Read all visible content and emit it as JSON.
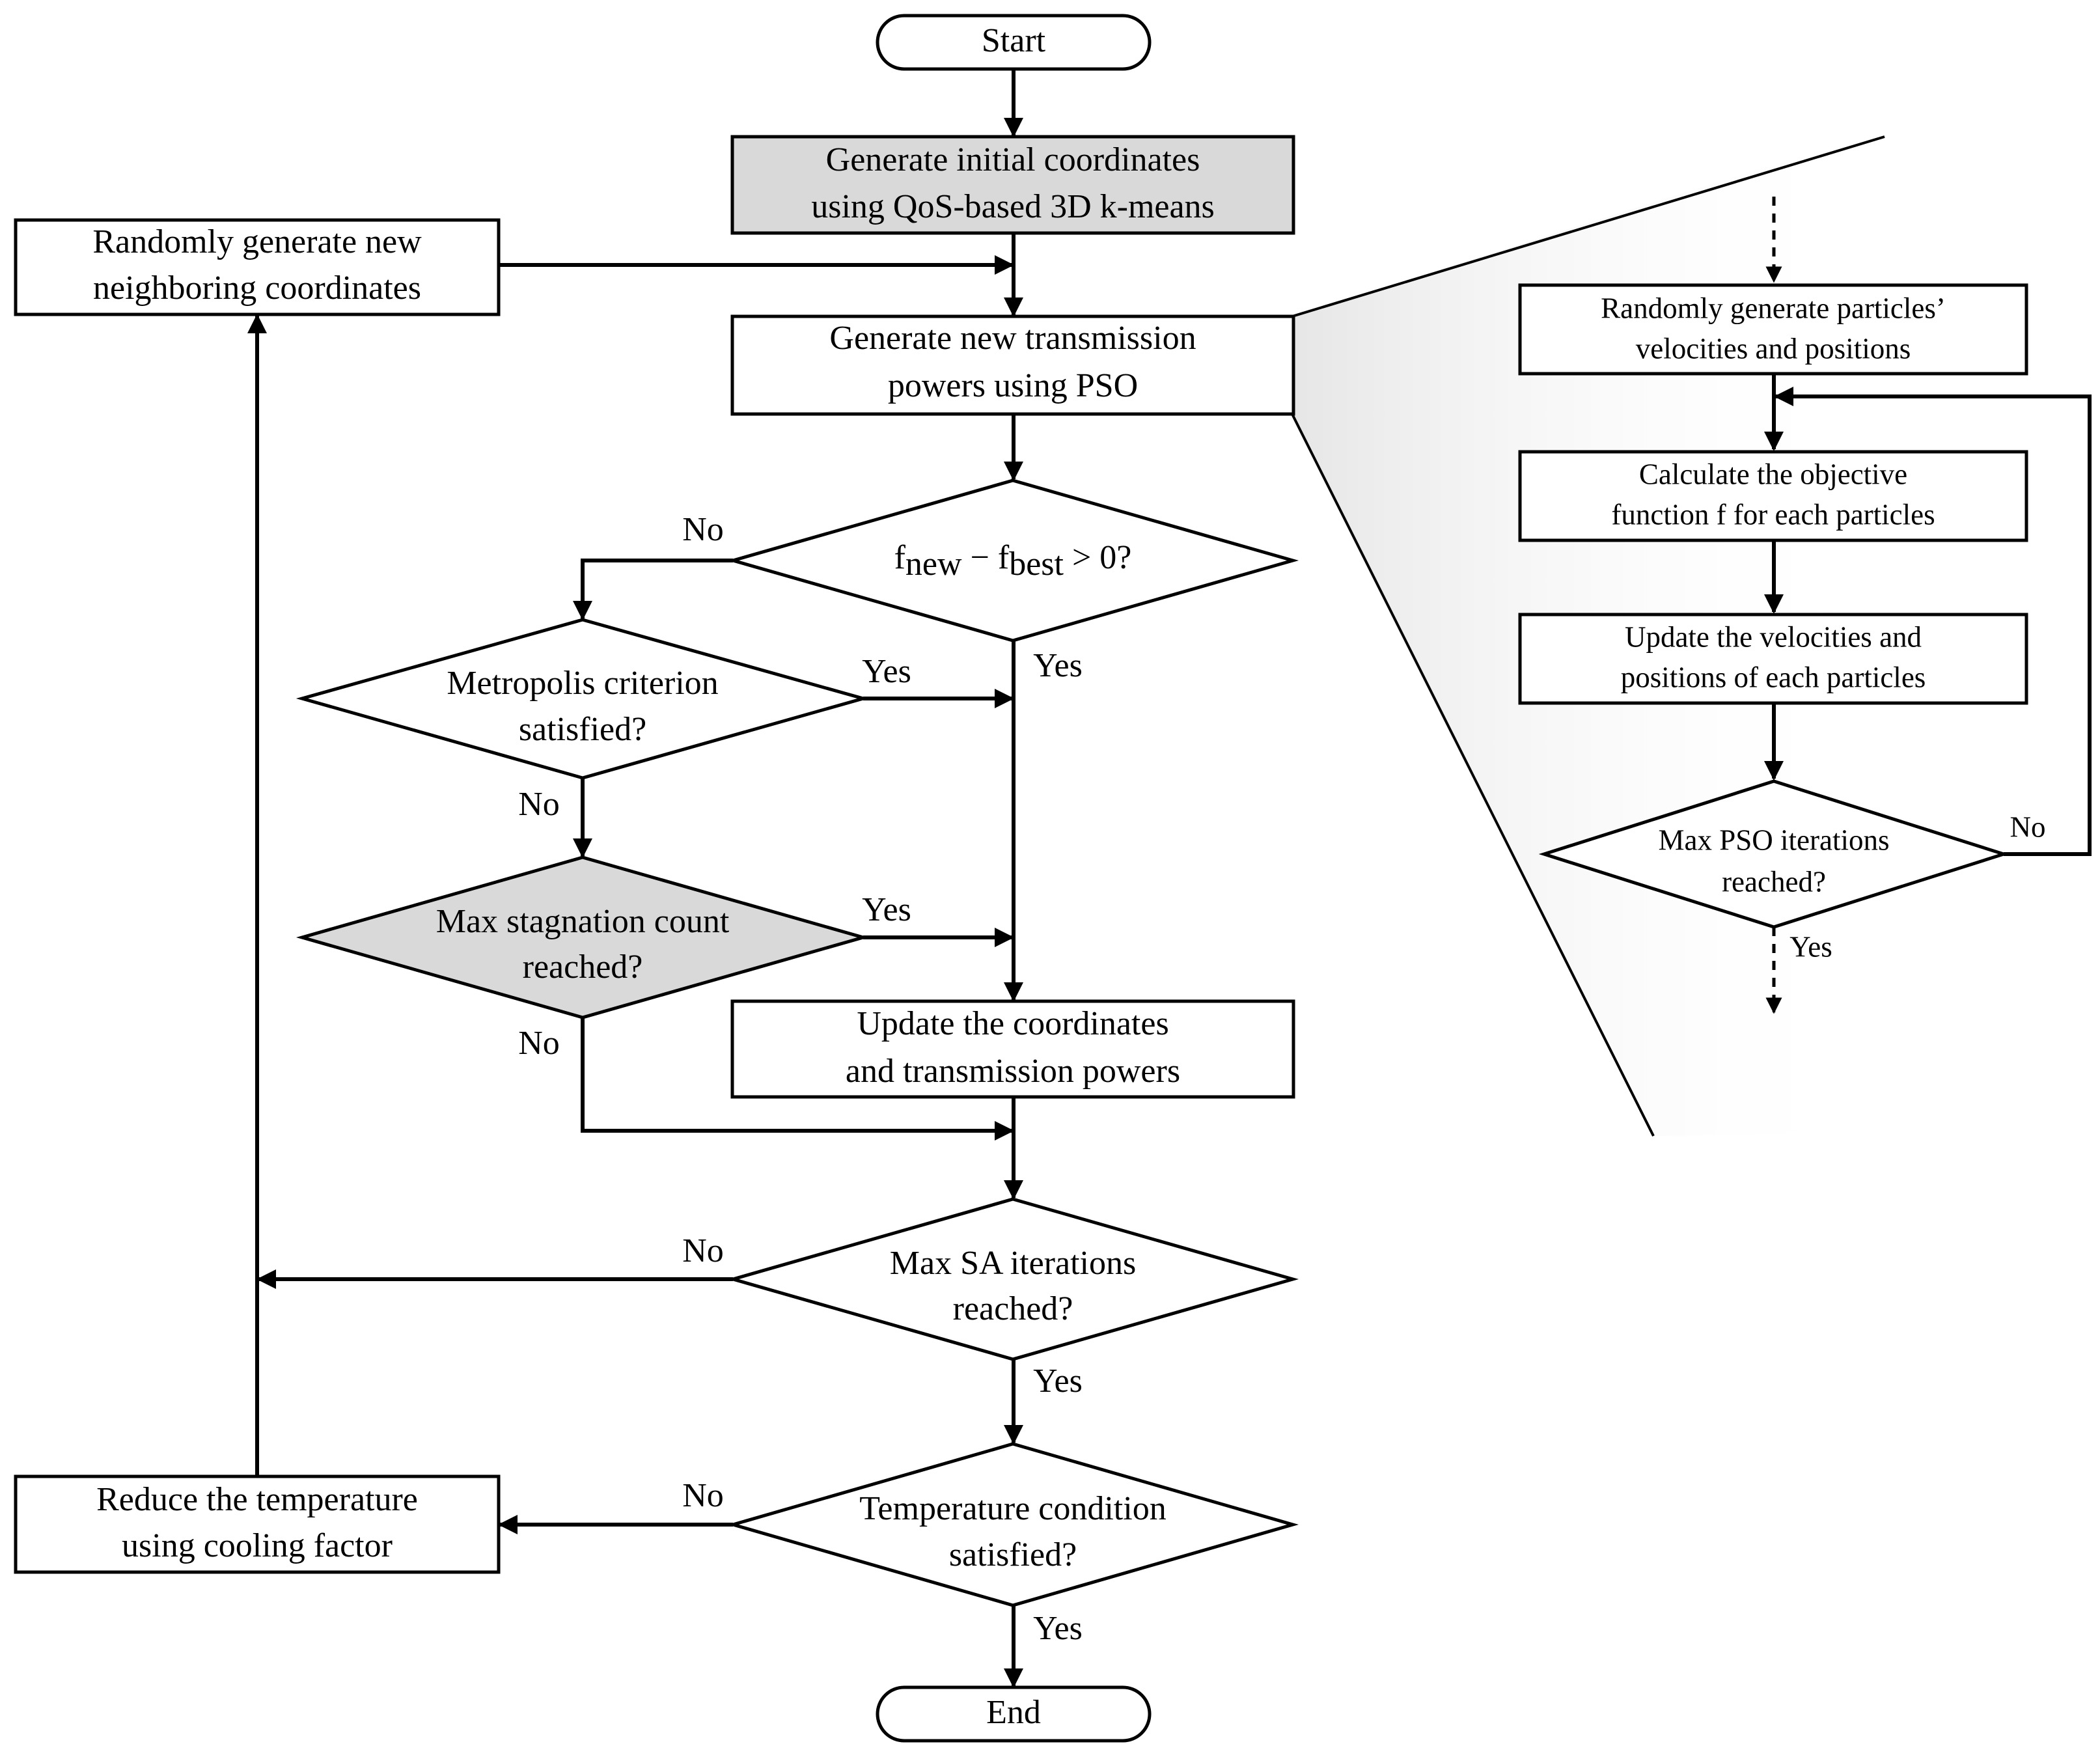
{
  "main_flow": {
    "start": "Start",
    "generate_initial": [
      "Generate initial coordinates",
      "using QoS-based 3D k-means"
    ],
    "random_neighbors": [
      "Randomly generate new",
      "neighboring coordinates"
    ],
    "generate_powers": [
      "Generate new transmission",
      "powers using PSO"
    ],
    "decision_fitness": "f_new − f_best > 0?",
    "decision_fitness_parts": {
      "f1": "f",
      "sub1": "new",
      "minus": " − ",
      "f2": "f",
      "sub2": "best",
      "tail": " > 0?"
    },
    "metropolis": [
      "Metropolis criterion",
      "satisfied?"
    ],
    "max_stagnation": [
      "Max stagnation count",
      "reached?"
    ],
    "update_coordinates": [
      "Update the coordinates",
      "and transmission powers"
    ],
    "max_sa": [
      "Max SA iterations",
      "reached?"
    ],
    "temperature_condition": [
      "Temperature condition",
      "satisfied?"
    ],
    "reduce_temperature": [
      "Reduce the temperature",
      "using cooling factor"
    ],
    "end": "End",
    "labels": {
      "yes": "Yes",
      "no": "No"
    }
  },
  "pso_detail": {
    "random_particles": [
      "Randomly generate particles’",
      "velocities and positions"
    ],
    "calculate_objective": [
      "Calculate the objective",
      "function f for each particles"
    ],
    "update_velocities": [
      "Update the velocities and",
      "positions of each particles"
    ],
    "max_pso": [
      "Max PSO iterations",
      "reached?"
    ],
    "labels": {
      "yes": "Yes",
      "no": "No"
    }
  },
  "colors": {
    "shaded_fill": "#d9d9d9",
    "zoom_gradient": "#e6e6e6",
    "stroke": "#000000"
  }
}
